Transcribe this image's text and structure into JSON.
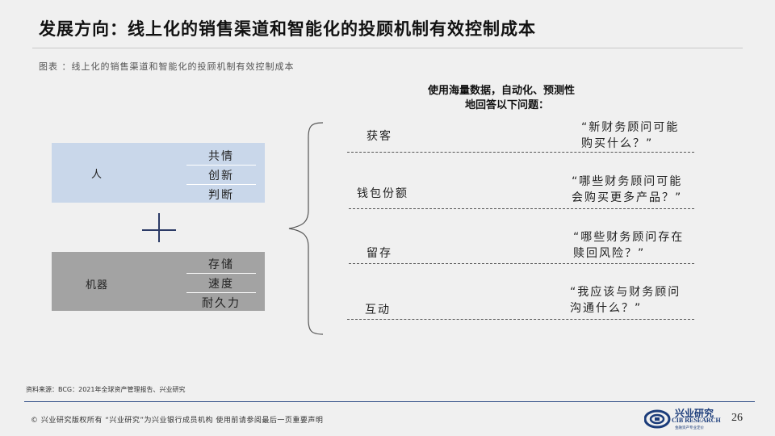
{
  "title": "发展方向：线上化的销售渠道和智能化的投顾机制有效控制成本",
  "caption": "图表 ：线上化的销售渠道和智能化的投顾机制有效控制成本",
  "left": {
    "human": {
      "label": "人",
      "attributes": [
        "共情",
        "创新",
        "判断"
      ]
    },
    "plus": "+",
    "machine": {
      "label": "机器",
      "attributes": [
        "存储",
        "速度",
        "耐久力"
      ]
    }
  },
  "right": {
    "header_line1": "使用海量数据，自动化、预测性",
    "header_line2": "地回答以下问题：",
    "rows": [
      {
        "category": "获客",
        "quote_line1": "“新财务顾问可能",
        "quote_line2": "购买什么？”"
      },
      {
        "category": "钱包份额",
        "quote_line1": "“哪些财务顾问可能",
        "quote_line2": "会购买更多产品？”"
      },
      {
        "category": "留存",
        "quote_line1": "“哪些财务顾问存在",
        "quote_line2": "赎回风险？”"
      },
      {
        "category": "互动",
        "quote_line1": "“我应该与财务顾问",
        "quote_line2": "沟通什么？”"
      }
    ]
  },
  "source": "资料来源：BCG：2021年全球资产管理报告、兴业研究",
  "footer": {
    "text": "©  兴业研究版权所有    “兴业研究”为兴业银行成员机构   使用前请参阅最后一页重要声明",
    "logo_cn": "兴业研究",
    "logo_en": "CIB RESEARCH",
    "logo_tagline": "金融资产专业定价",
    "page_number": "26"
  },
  "colors": {
    "human_box": "#c9d7ea",
    "machine_box": "#a3a3a3",
    "accent": "#1b3c7a"
  }
}
